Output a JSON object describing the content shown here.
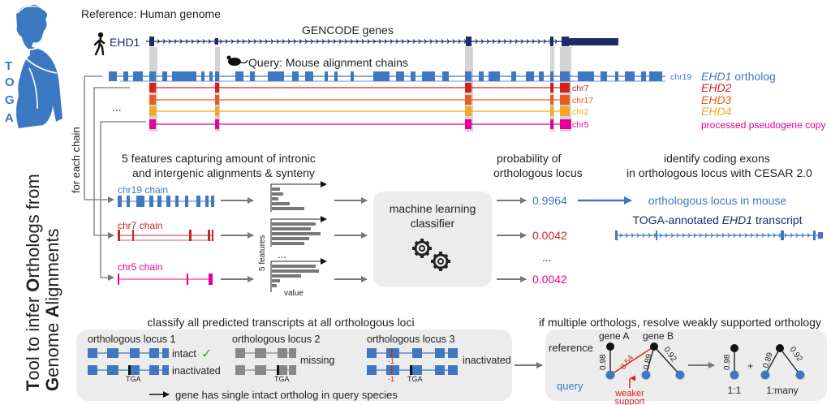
{
  "side": {
    "logo_letters": [
      "T",
      "O",
      "G",
      "A"
    ],
    "title_parts": [
      {
        "t": "T",
        "b": true
      },
      {
        "t": "ool to infer ",
        "b": false
      },
      {
        "t": "O",
        "b": true
      },
      {
        "t": "rthologs from",
        "b": false
      }
    ],
    "title_parts2": [
      {
        "t": "G",
        "b": true
      },
      {
        "t": "enome ",
        "b": false
      },
      {
        "t": "A",
        "b": true
      },
      {
        "t": "lignments",
        "b": false
      }
    ]
  },
  "top": {
    "reference_label": "Reference: Human genome",
    "gencode_label": "GENCODE genes",
    "ehd1_label": "EHD1",
    "query_label": "Query: Mouse alignment chains",
    "for_each_chain": "for each chain",
    "ellipsis": "...",
    "chains": [
      {
        "chrom": "chr19",
        "gene": "EHD1",
        "suffix": " ortholog",
        "color": "#3f78c0"
      },
      {
        "chrom": "chr7",
        "gene": "EHD2",
        "suffix": "",
        "color": "#d62020"
      },
      {
        "chrom": "chr17",
        "gene": "EHD3",
        "suffix": "",
        "color": "#ea5b22"
      },
      {
        "chrom": "chr2",
        "gene": "EHD4",
        "suffix": "",
        "color": "#f5a623"
      },
      {
        "chrom": "chr5",
        "gene": "processed pseudogene copy",
        "suffix": "",
        "color": "#e6009a"
      }
    ]
  },
  "middle": {
    "features_title_1": "5 features capturing amount of intronic",
    "features_title_2": "and intergenic alignments & synteny",
    "prob_title_1": "probability of",
    "prob_title_2": "orthologous locus",
    "identify_title_1": "identify coding exons",
    "identify_title_2": "in orthologous locus with CESAR 2.0",
    "chain_labels": [
      {
        "text": "chr19 chain",
        "color": "#3f78c0"
      },
      {
        "text": "chr7 chain",
        "color": "#c0282b"
      },
      {
        "text": "chr5 chain",
        "color": "#e6009a"
      }
    ],
    "features_axis": "5 features",
    "value_axis": "value",
    "classifier_1": "machine learning",
    "classifier_2": "classifier",
    "probabilities": [
      {
        "value": "0.9964",
        "color": "#3f78c0"
      },
      {
        "value": "0.0042",
        "color": "#c0282b"
      },
      {
        "value": "...",
        "color": "#333333"
      },
      {
        "value": "0.0042",
        "color": "#e6009a"
      }
    ],
    "ortho_locus_mouse": "orthologous locus in mouse",
    "toga_annotated_pre": "TOGA-annotated ",
    "toga_annotated_gene": "EHD1",
    "toga_annotated_post": " transcript"
  },
  "bottom_left": {
    "title": "classify all predicted transcripts at all orthologous loci",
    "locus_1": "orthologous locus 1",
    "locus_2": "orthologous locus 2",
    "locus_3": "orthologous locus 3",
    "intact": "intact",
    "inactivated": "inactivated",
    "missing": "missing",
    "tga": "TGA",
    "minus_one": "-1",
    "conclusion": "gene has single intact ortholog in query species"
  },
  "bottom_right": {
    "title": "if multiple orthologs, resolve weakly supported orthology",
    "reference": "reference",
    "query": "query",
    "gene_a": "gene A",
    "gene_b": "gene B",
    "scores": [
      "0.98",
      "0.54",
      "0.89",
      "0.92"
    ],
    "weaker_1": "weaker",
    "weaker_2": "support",
    "one_to_one": "1:1",
    "plus": "+",
    "one_to_many": "1:many",
    "scores_1to1": [
      "0.98"
    ],
    "scores_1tomany": [
      "0.89",
      "0.92"
    ]
  },
  "colors": {
    "blue": "#3f78c0",
    "navy": "#1f2a6b",
    "red": "#d62020",
    "orange": "#ea5b22",
    "yellow": "#f5a623",
    "magenta": "#e6009a",
    "gray_box": "#ececec"
  }
}
